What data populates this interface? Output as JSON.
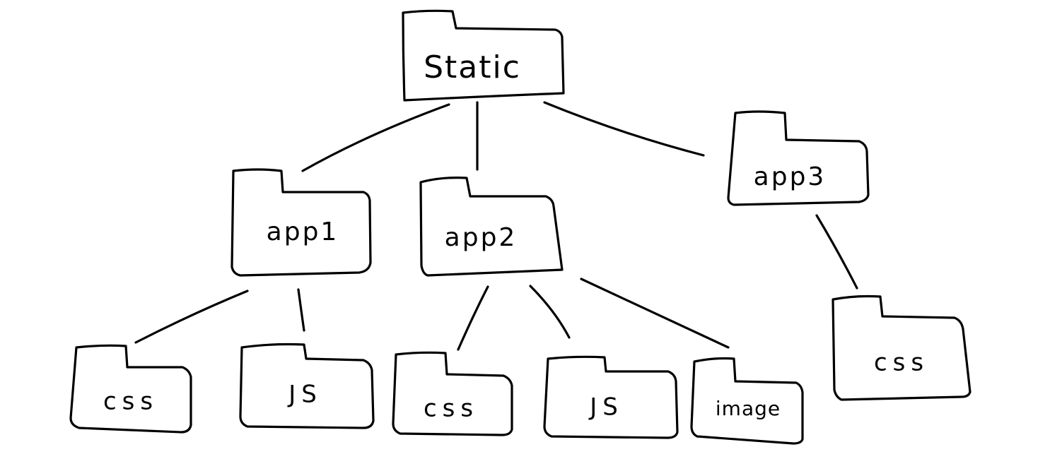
{
  "diagram": {
    "root": {
      "label": "Static",
      "children": [
        {
          "label": "app1",
          "children": [
            {
              "label": "css"
            },
            {
              "label": "JS"
            }
          ]
        },
        {
          "label": "app2",
          "children": [
            {
              "label": "css"
            },
            {
              "label": "JS"
            },
            {
              "label": "image"
            }
          ]
        },
        {
          "label": "app3",
          "children": [
            {
              "label": "css"
            }
          ]
        }
      ]
    }
  },
  "colors": {
    "stroke": "#000000",
    "background": "#ffffff"
  }
}
